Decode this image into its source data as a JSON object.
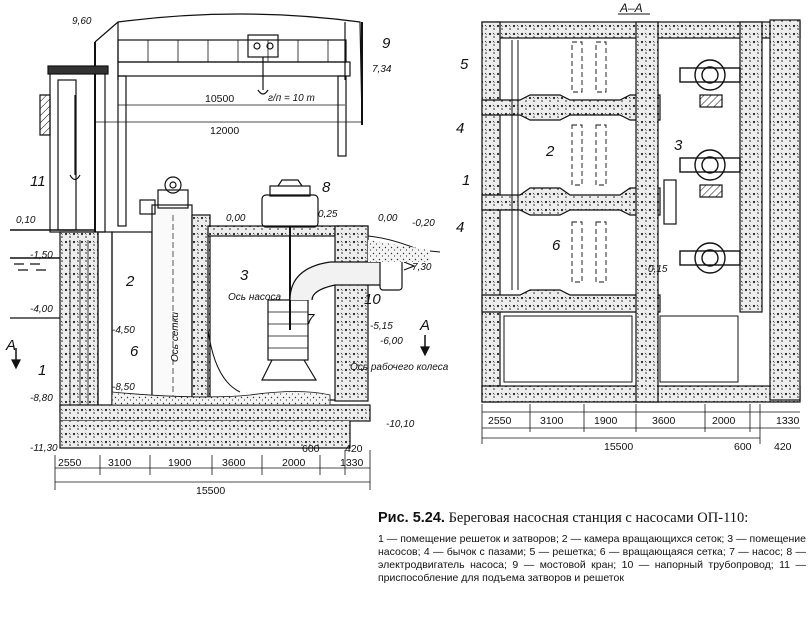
{
  "section_marker": "А–А",
  "left_elevations": [
    "9,60",
    "7,34",
    "0,10",
    "0,00",
    "0,25",
    "0,00",
    "-0,20",
    "-1,50",
    "-4,00",
    "-4,50",
    "7,30",
    "-5,15",
    "-6,00",
    "-8,50",
    "-8,80",
    "-10,10",
    "-11,30"
  ],
  "left_top_dims": [
    "10500",
    "12000"
  ],
  "crane_label": "г/п = 10 т",
  "left_text_labels": [
    "Ось насоса",
    "Ось сетки",
    "Ось рабочего колеса"
  ],
  "section_mark_letter": "А",
  "left_bottom_dims": [
    "2550",
    "3100",
    "1900",
    "3600",
    "2000",
    "600",
    "420",
    "1330"
  ],
  "left_total_dim": "15500",
  "right_elevation": "0,15",
  "right_bottom_dims": [
    "2550",
    "3100",
    "1900",
    "3600",
    "2000",
    "1330"
  ],
  "right_total_dim": "15500",
  "right_small_dims": [
    "600",
    "420"
  ],
  "callouts_left": [
    "1",
    "2",
    "3",
    "6",
    "7",
    "8",
    "9",
    "10",
    "11"
  ],
  "callouts_right": [
    "1",
    "2",
    "3",
    "4",
    "4",
    "5",
    "6"
  ],
  "caption": {
    "prefix": "Рис.  5.24.",
    "title": "Береговая насосная станция с насосами ОП-110:",
    "legend": "1 — помещение решеток и затворов; 2 — камера вращающихся сеток; 3 — помещение насосов; 4 — бычок с пазами; 5 — решетка; 6 — вращающаяся сетка; 7 — насос; 8 — электродвигатель насоса; 9 — мостовой кран; 10 — напорный трубопровод; 11 — приспособление для подъема затворов и решеток"
  },
  "colors": {
    "ink": "#111111",
    "paper": "#ffffff",
    "concrete_fill": "#e6e6e6"
  }
}
